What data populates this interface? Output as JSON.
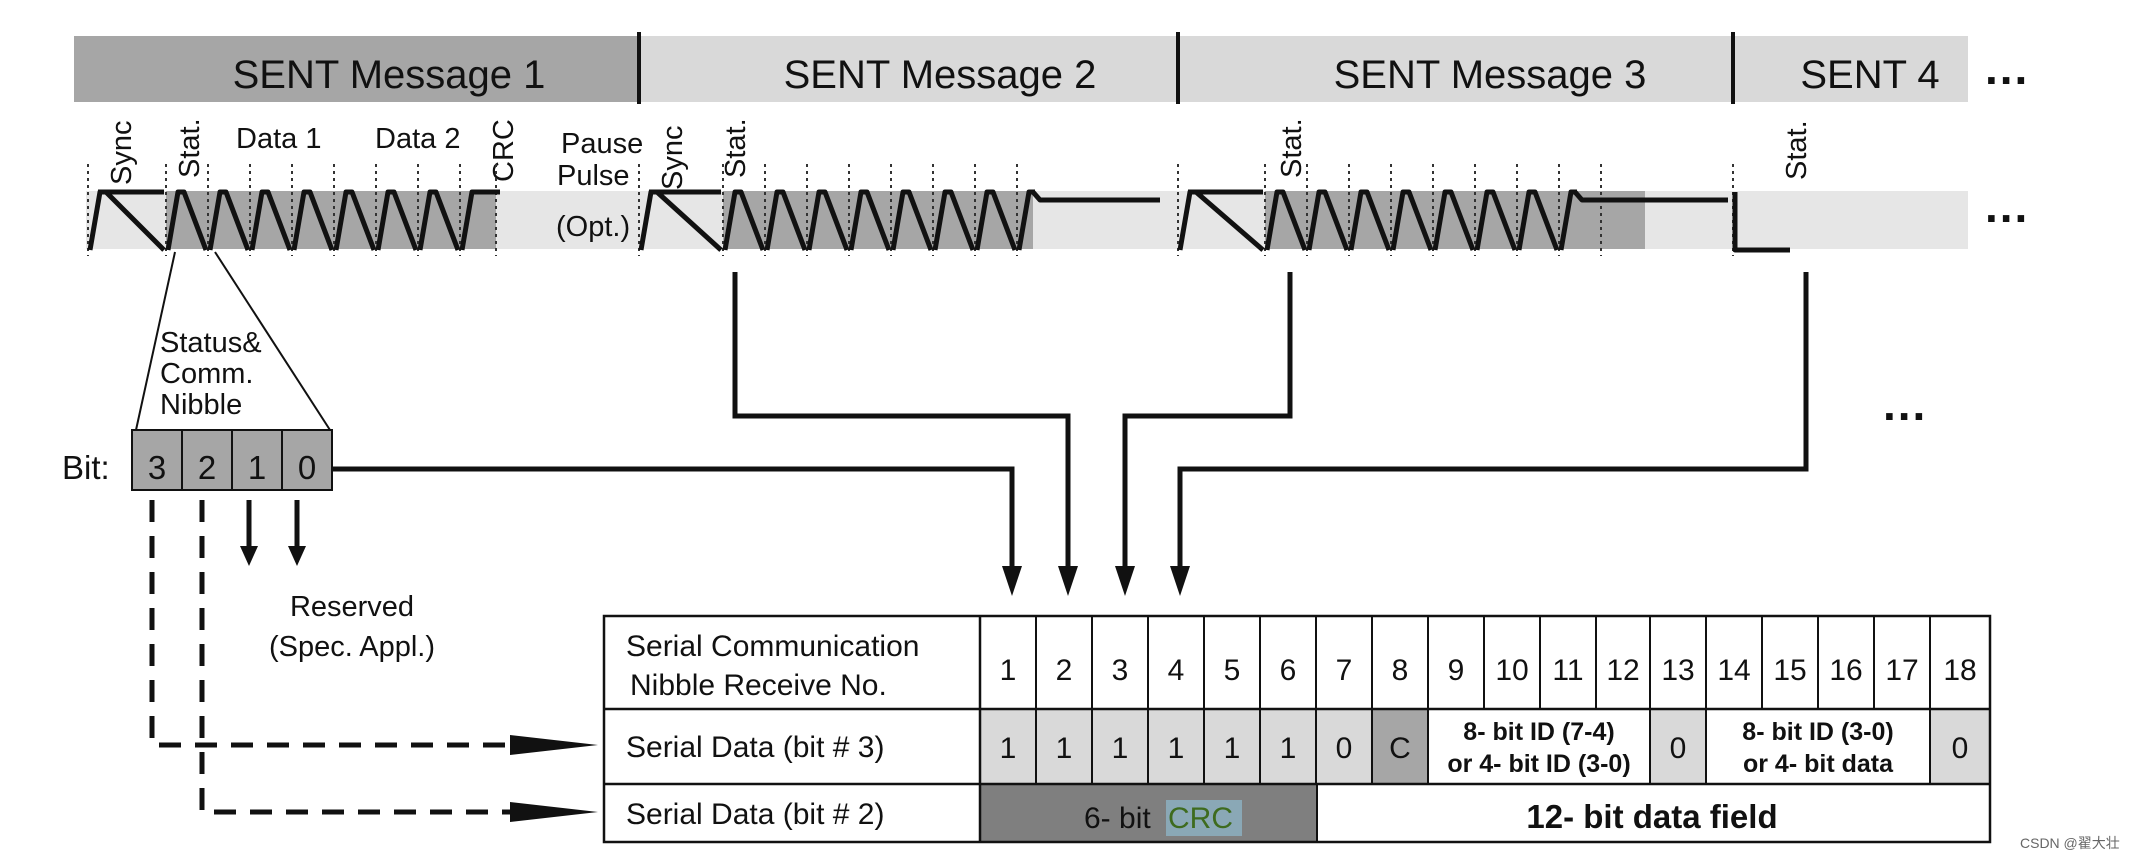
{
  "headers": [
    "SENT Message 1",
    "SENT Message 2",
    "SENT Message 3",
    "SENT 4"
  ],
  "more": "...",
  "field_labels": {
    "sync": "Sync",
    "stat": "Stat.",
    "data1": "Data 1",
    "data2": "Data 2",
    "crc": "CRC",
    "pause": "Pause",
    "pulse": "Pulse",
    "opt": "(Opt.)"
  },
  "status_label": [
    "Status&",
    "Comm.",
    "Nibble"
  ],
  "bit_label": "Bit:",
  "bits": [
    "3",
    "2",
    "1",
    "0"
  ],
  "reserved": [
    "Reserved",
    "(Spec. Appl.)"
  ],
  "table": {
    "row_labels": {
      "receive_no": [
        "Serial Communication",
        "Nibble Receive No."
      ],
      "bit3": "Serial Data (bit # 3)",
      "bit2": "Serial Data (bit # 2)"
    },
    "nibble_numbers": [
      "1",
      "2",
      "3",
      "4",
      "5",
      "6",
      "7",
      "8",
      "9",
      "10",
      "11",
      "12",
      "13",
      "14",
      "15",
      "16",
      "17",
      "18"
    ],
    "bit3_values": [
      "1",
      "1",
      "1",
      "1",
      "1",
      "1",
      "0",
      "C"
    ],
    "id_field_1": [
      "8- bit ID (7-4)",
      "or 4- bit ID (3-0)"
    ],
    "bit3_13": "0",
    "id_field_2": [
      "8- bit ID (3-0)",
      "or 4- bit data"
    ],
    "bit3_18": "0",
    "crc_prefix": "6- bit",
    "crc_word": "CRC",
    "data_field": "12- bit data field"
  },
  "watermark": "CSDN @翟大壮",
  "colors": {
    "header_dark": "#a6a6a6",
    "header_light": "#d9d9d9",
    "cell_light": "#d9d9d9",
    "cell_dark": "#a6a6a6",
    "crc_dark": "#7f7f7f",
    "crc_highlight": "#8aa8b6",
    "crc_text": "#3e6b1e"
  }
}
